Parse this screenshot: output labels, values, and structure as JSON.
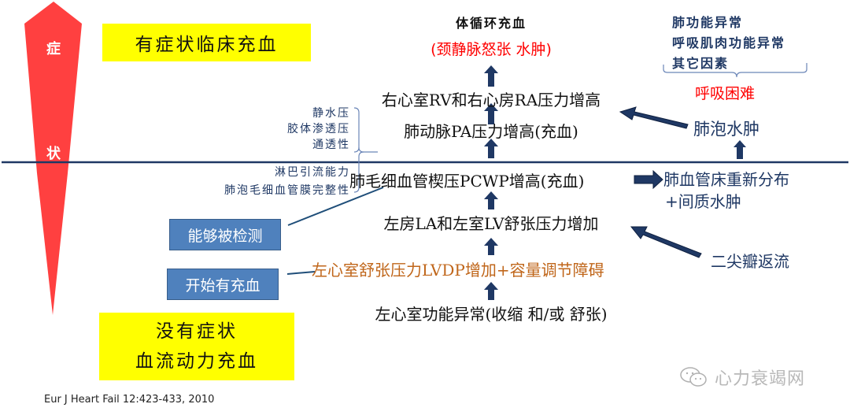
{
  "colors": {
    "red_arrow": "#ff4040",
    "divider": "#1f3864",
    "flow_arrow": "#1f3864",
    "blue_box": "#4f81bd",
    "highlight": "#ffff00",
    "red_text": "#ff0000",
    "orange_text": "#c0661a",
    "navy_text": "#1f3864"
  },
  "severity_arrow": {
    "chars": [
      "症",
      "状"
    ]
  },
  "labels": {
    "symptomatic": "有症状临床充血",
    "asymptomatic_line1": "没有症状",
    "asymptomatic_line2": "血流动力充血",
    "detectable": "能够被检测",
    "congestion_begins": "开始有充血"
  },
  "flow": {
    "systemic": "体循环充血",
    "systemic_signs": "(颈静脉怒张 水肿)",
    "rv_ra": "右心室RV和右心房RA压力增高",
    "pa": "肺动脉PA压力增高(充血)",
    "pcwp": "肺毛细血管楔压PCWP增高(充血)",
    "la_lv": "左房LA和左室LV舒张压力增加",
    "lvdp": "左心室舒张压力LVDP增加+容量调节障碍",
    "lv_dysfunction": "左心室功能异常(收缩 和/或 舒张)"
  },
  "factors_upper": [
    "静水压",
    "胶体渗透压",
    "通透性"
  ],
  "factors_lower": [
    "淋巴引流能力",
    "肺泡毛细血管膜完整性"
  ],
  "right_side": {
    "lung_factors": [
      "肺功能异常",
      "呼吸肌肉功能异常",
      "其它因素"
    ],
    "dyspnea": "呼吸困难",
    "alveolar_edema": "肺泡水肿",
    "redistribution_line1": "肺血管床重新分布",
    "redistribution_line2": "+间质水肿",
    "mitral_regurg": "二尖瓣返流"
  },
  "citation": "Eur J Heart Fail 12:423-433, 2010",
  "watermark": {
    "icon": "wechat-icon",
    "text": "心力衰竭网"
  }
}
